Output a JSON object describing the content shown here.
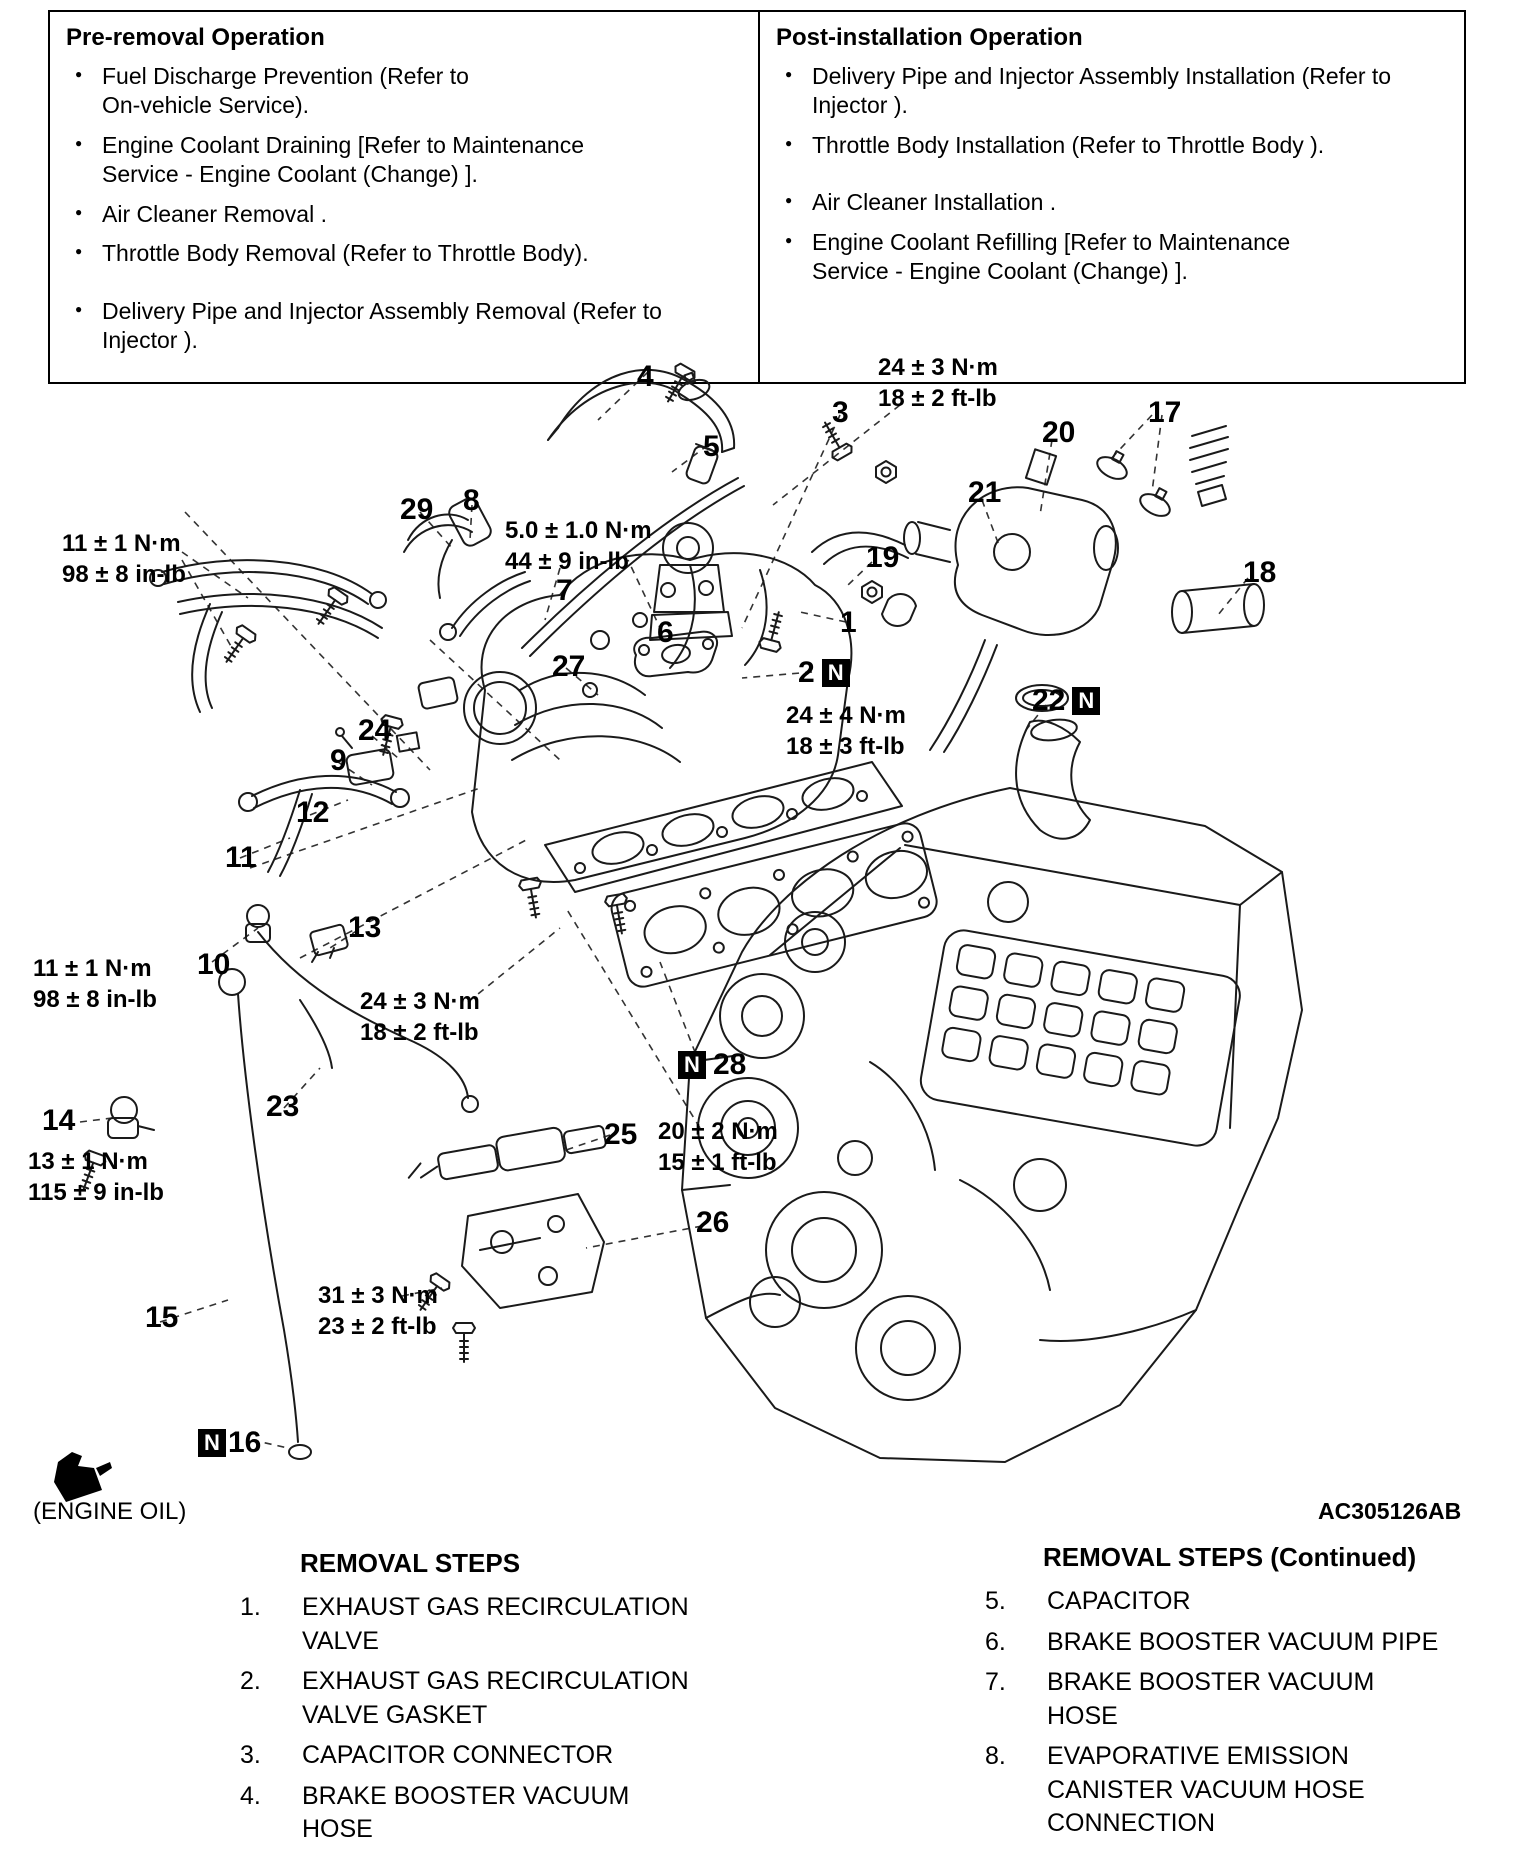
{
  "pre_removal": {
    "title": "Pre-removal Operation",
    "items": [
      "Fuel Discharge Prevention (Refer to\nOn-vehicle Service).",
      "Engine Coolant Draining [Refer to Maintenance\nService - Engine Coolant (Change) ].",
      "Air Cleaner Removal .",
      "Throttle Body Removal (Refer to Throttle Body).",
      "Delivery Pipe and Injector Assembly Removal (Refer to\nInjector )."
    ]
  },
  "post_installation": {
    "title": "Post-installation Operation",
    "items": [
      "Delivery Pipe and Injector Assembly Installation (Refer to\nInjector ).",
      "Throttle Body Installation (Refer to Throttle Body ).",
      "Air Cleaner Installation .",
      "Engine Coolant Refilling [Refer to Maintenance\nService - Engine Coolant (Change) ]."
    ]
  },
  "diagram": {
    "figure_code": "AC305126AB",
    "engine_oil_label": "(ENGINE OIL)",
    "n_mark": "N",
    "callouts": [
      "4",
      "3",
      "5",
      "17",
      "20",
      "21",
      "29",
      "8",
      "7",
      "6",
      "19",
      "1",
      "18",
      "27",
      "24",
      "9",
      "12",
      "11",
      "10",
      "13",
      "23",
      "14",
      "25",
      "26",
      "15"
    ],
    "n_callouts": {
      "c2": "2",
      "c22": "22",
      "c28": "28",
      "c16": "16"
    },
    "torques": [
      "24 ± 3 N·m\n18 ± 2 ft-lb",
      "5.0 ± 1.0 N·m\n44 ± 9 in-lb",
      "11 ± 1 N·m\n98 ± 8 in-lb",
      "24 ± 4 N·m\n18 ± 3 ft-lb",
      "11 ± 1 N·m\n98 ± 8 in-lb",
      "24 ± 3 N·m\n18 ± 2 ft-lb",
      "13 ± 1 N·m\n115 ± 9 in-lb",
      "20 ± 2 N·m\n15 ± 1 ft-lb",
      "31 ± 3 N·m\n23 ± 2 ft-lb"
    ]
  },
  "removal_steps": {
    "title": "REMOVAL STEPS",
    "items": [
      {
        "num": "1.",
        "text": "EXHAUST GAS RECIRCULATION\nVALVE"
      },
      {
        "num": "2.",
        "text": "EXHAUST GAS RECIRCULATION\nVALVE GASKET"
      },
      {
        "num": "3.",
        "text": "CAPACITOR CONNECTOR"
      },
      {
        "num": "4.",
        "text": "BRAKE BOOSTER VACUUM\nHOSE"
      }
    ]
  },
  "removal_steps_continued": {
    "title": "REMOVAL STEPS (Continued)",
    "items": [
      {
        "num": "5.",
        "text": "CAPACITOR"
      },
      {
        "num": "6.",
        "text": "BRAKE BOOSTER VACUUM PIPE"
      },
      {
        "num": "7.",
        "text": "BRAKE BOOSTER VACUUM\nHOSE"
      },
      {
        "num": "8.",
        "text": "EVAPORATIVE EMISSION\nCANISTER VACUUM HOSE\nCONNECTION"
      }
    ]
  }
}
